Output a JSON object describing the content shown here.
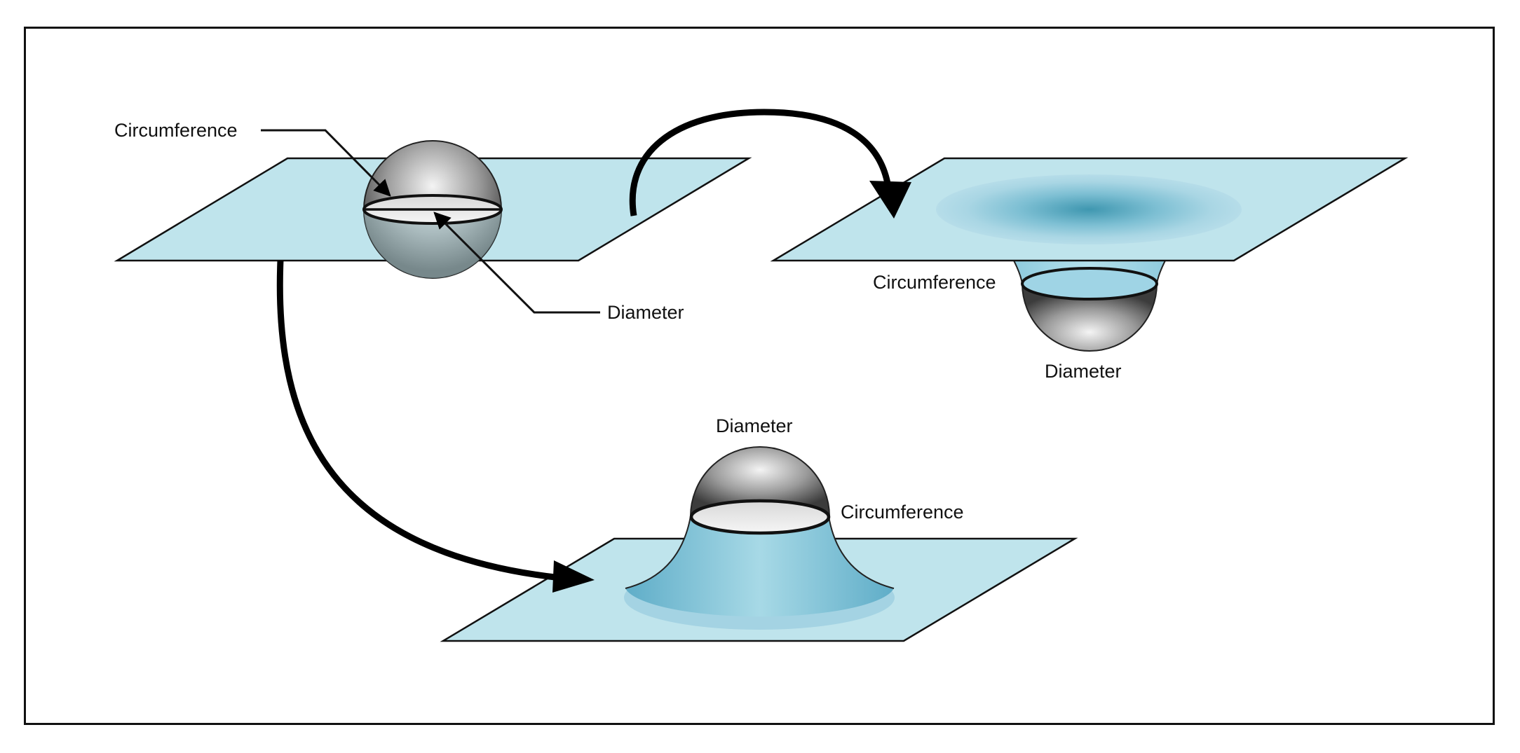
{
  "panel_top_left": {
    "circumference_label": "Circumference",
    "diameter_label": "Diameter"
  },
  "panel_top_right": {
    "circumference_label": "Circumference",
    "diameter_label": "Diameter"
  },
  "panel_bottom": {
    "diameter_label": "Diameter",
    "circumference_label": "Circumference"
  },
  "colors": {
    "plane_fill": "#bfe4ec",
    "plane_stroke": "#111111",
    "sphere_dark": "#4a4a4a",
    "sphere_light": "#f2f2f2",
    "water_blue": "#8ccbe0",
    "water_deep": "#3f97b0",
    "arrow": "#000000"
  }
}
